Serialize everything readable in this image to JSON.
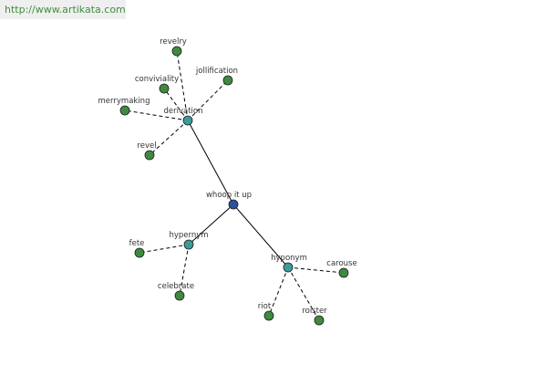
{
  "banner": {
    "url": "http://www.artikata.com"
  },
  "colors": {
    "root": "#2e4f9a",
    "relation": "#3f9a9a",
    "leaf": "#3f8a3f",
    "link": "#3f8f3f"
  },
  "nodes": [
    {
      "id": "whoop-it-up",
      "label": "whoop it up",
      "kind": "root"
    },
    {
      "id": "derivation",
      "label": "derivation",
      "kind": "relation"
    },
    {
      "id": "hypernym",
      "label": "hypernym",
      "kind": "relation"
    },
    {
      "id": "hyponym",
      "label": "hyponym",
      "kind": "relation"
    },
    {
      "id": "revelry",
      "label": "revelry",
      "kind": "leaf"
    },
    {
      "id": "conviviality",
      "label": "conviviality",
      "kind": "leaf"
    },
    {
      "id": "jollification",
      "label": "jollification",
      "kind": "leaf"
    },
    {
      "id": "merrymaking",
      "label": "merrymaking",
      "kind": "leaf"
    },
    {
      "id": "revel",
      "label": "revel",
      "kind": "leaf"
    },
    {
      "id": "fete",
      "label": "fete",
      "kind": "leaf"
    },
    {
      "id": "celebrate",
      "label": "celebrate",
      "kind": "leaf"
    },
    {
      "id": "carouse",
      "label": "carouse",
      "kind": "leaf"
    },
    {
      "id": "riot",
      "label": "riot",
      "kind": "leaf"
    },
    {
      "id": "roister",
      "label": "roister",
      "kind": "leaf"
    }
  ],
  "edges": [
    {
      "from": "whoop-it-up",
      "to": "derivation",
      "style": "solid"
    },
    {
      "from": "whoop-it-up",
      "to": "hypernym",
      "style": "solid"
    },
    {
      "from": "whoop-it-up",
      "to": "hyponym",
      "style": "solid"
    },
    {
      "from": "derivation",
      "to": "revelry",
      "style": "dashed"
    },
    {
      "from": "derivation",
      "to": "conviviality",
      "style": "dashed"
    },
    {
      "from": "derivation",
      "to": "jollification",
      "style": "dashed"
    },
    {
      "from": "derivation",
      "to": "merrymaking",
      "style": "dashed"
    },
    {
      "from": "derivation",
      "to": "revel",
      "style": "dashed"
    },
    {
      "from": "hypernym",
      "to": "fete",
      "style": "dashed"
    },
    {
      "from": "hypernym",
      "to": "celebrate",
      "style": "dashed"
    },
    {
      "from": "hyponym",
      "to": "carouse",
      "style": "dashed"
    },
    {
      "from": "hyponym",
      "to": "riot",
      "style": "dashed"
    },
    {
      "from": "hyponym",
      "to": "roister",
      "style": "dashed"
    }
  ]
}
